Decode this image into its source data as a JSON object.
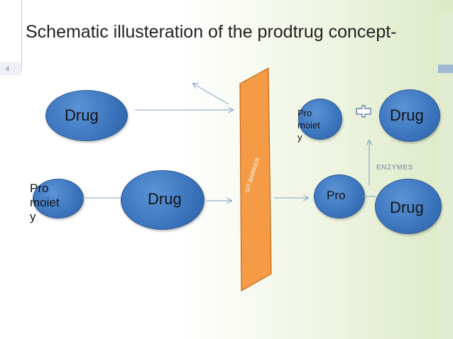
{
  "slide": {
    "number": "4",
    "title": "Schematic illusteration of the prodtrug concept-"
  },
  "labels": {
    "drug_top_left": "Drug",
    "pro_left": "Pro\nmoiet\ny",
    "drug_mid_left": "Drug",
    "pro_top_right": "Pro\nmoiet\ny",
    "drug_top_right": "Drug",
    "pro_mid_right": "Pro",
    "drug_mid_right": "Drug",
    "barrier": "GIT BARRIER",
    "enzymes": "ENZYMES"
  },
  "colors": {
    "circle_fill": "#3b74bd",
    "barrier": "#f59a45",
    "arrow": "#7e9fc7"
  }
}
